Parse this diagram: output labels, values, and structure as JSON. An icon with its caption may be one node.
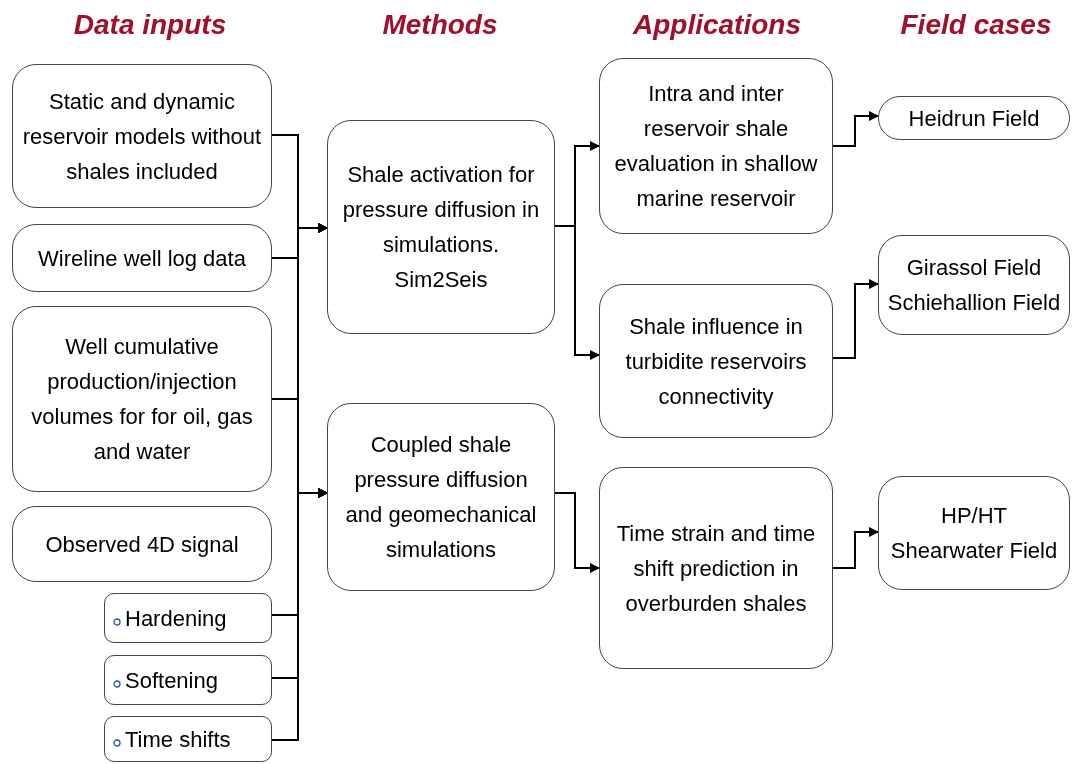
{
  "diagram": {
    "nodes": [
      {
        "text": [
          "Static and dynamic reservoir models without shales included"
        ]
      },
      {
        "text": [
          "Wireline well log data"
        ]
      },
      {
        "text": [
          "Well cumulative production/injection volumes for for oil, gas and water"
        ]
      },
      {
        "text": [
          "Observed 4D signal"
        ]
      },
      {
        "text": [
          "Hardening"
        ]
      },
      {
        "text": [
          "Softening"
        ]
      },
      {
        "text": [
          "Time shifts"
        ]
      },
      {
        "text": [
          "Shale activation for pressure diffusion in simulations. Sim2Seis"
        ]
      },
      {
        "text": [
          "Coupled shale pressure diffusion and geomechanical simulations"
        ]
      },
      {
        "text": [
          "Intra and inter reservoir shale evaluation in shallow marine reservoir"
        ]
      },
      {
        "text": [
          "Shale influence in turbidite reservoirs connectivity"
        ]
      },
      {
        "text": [
          "Time strain and time shift prediction in overburden shales"
        ]
      },
      {
        "text": [
          "Heidrun Field"
        ]
      },
      {
        "text": [
          "Girassol Field Schiehallion Field"
        ]
      },
      {
        "text": [
          "HP/HT Shearwater Field"
        ]
      }
    ],
    "edges": [
      {
        "from": 0,
        "to": 7,
        "arrow": "to"
      },
      {
        "from": 0,
        "to": 8,
        "arrow": "to"
      },
      {
        "from": 1,
        "to": 7,
        "arrow": "to"
      },
      {
        "from": 1,
        "to": 8,
        "arrow": "to"
      },
      {
        "from": 2,
        "to": 7,
        "arrow": "to"
      },
      {
        "from": 2,
        "to": 8,
        "arrow": "to"
      },
      {
        "from": 4,
        "to": 7,
        "arrow": "to"
      },
      {
        "from": 4,
        "to": 8,
        "arrow": "to"
      },
      {
        "from": 5,
        "to": 7,
        "arrow": "to"
      },
      {
        "from": 5,
        "to": 8,
        "arrow": "to"
      },
      {
        "from": 6,
        "to": 7,
        "arrow": "to"
      },
      {
        "from": 6,
        "to": 8,
        "arrow": "to"
      },
      {
        "from": 7,
        "to": 9,
        "arrow": "to"
      },
      {
        "from": 7,
        "to": 10,
        "arrow": "to"
      },
      {
        "from": 8,
        "to": 11,
        "arrow": "to"
      },
      {
        "from": 9,
        "to": 12,
        "arrow": "to"
      },
      {
        "from": 10,
        "to": 13,
        "arrow": "to"
      },
      {
        "from": 11,
        "to": 14,
        "arrow": "to"
      }
    ],
    "labels": [
      "Data inputs",
      "Methods",
      "Applications",
      "Field cases"
    ]
  }
}
